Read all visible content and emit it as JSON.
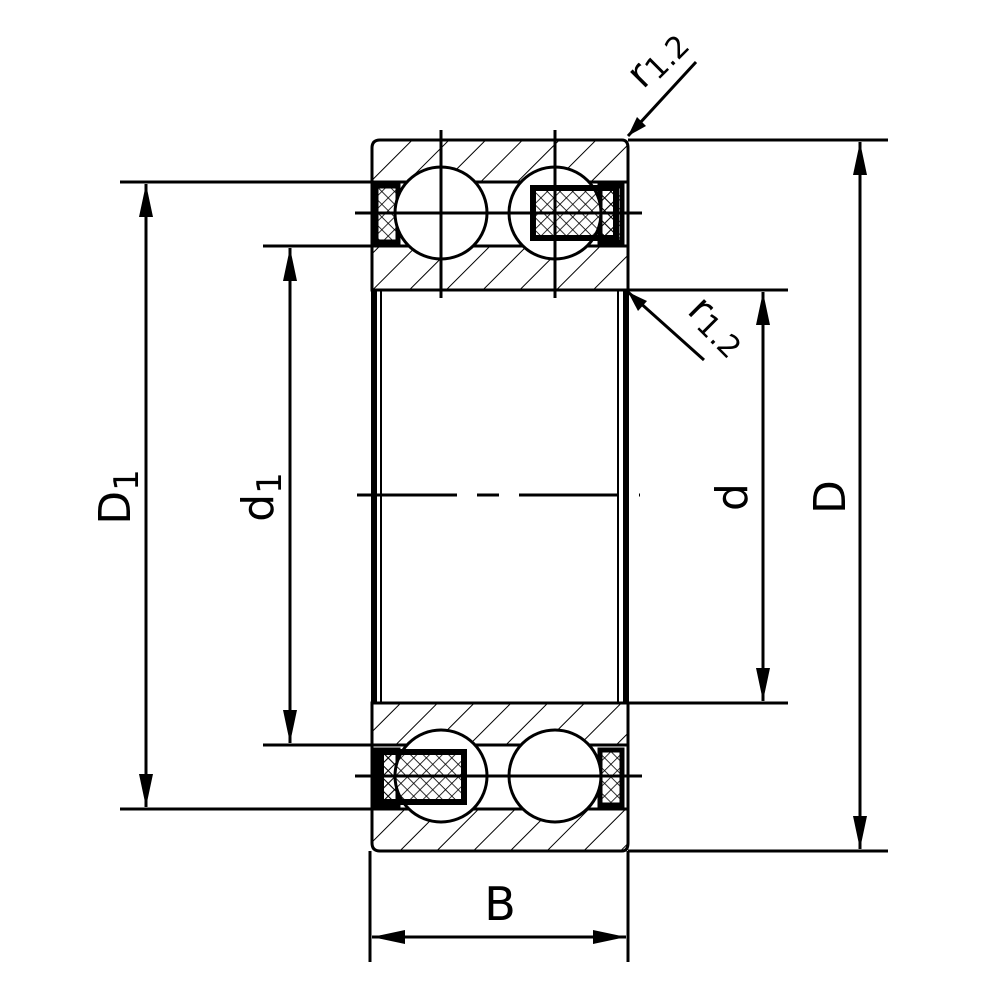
{
  "diagram": {
    "labels": {
      "outer_diameter": "D",
      "outer_race_diameter_main": "D",
      "outer_race_diameter_sub": "1",
      "bore": "d",
      "inner_race_diameter_main": "d",
      "inner_race_diameter_sub": "1",
      "width": "B",
      "radius_top_main": "r",
      "radius_top_sub": "1.2",
      "radius_mid_main": "r",
      "radius_mid_sub": "1.2"
    },
    "colors": {
      "stroke": "#000000",
      "background": "#ffffff"
    }
  }
}
